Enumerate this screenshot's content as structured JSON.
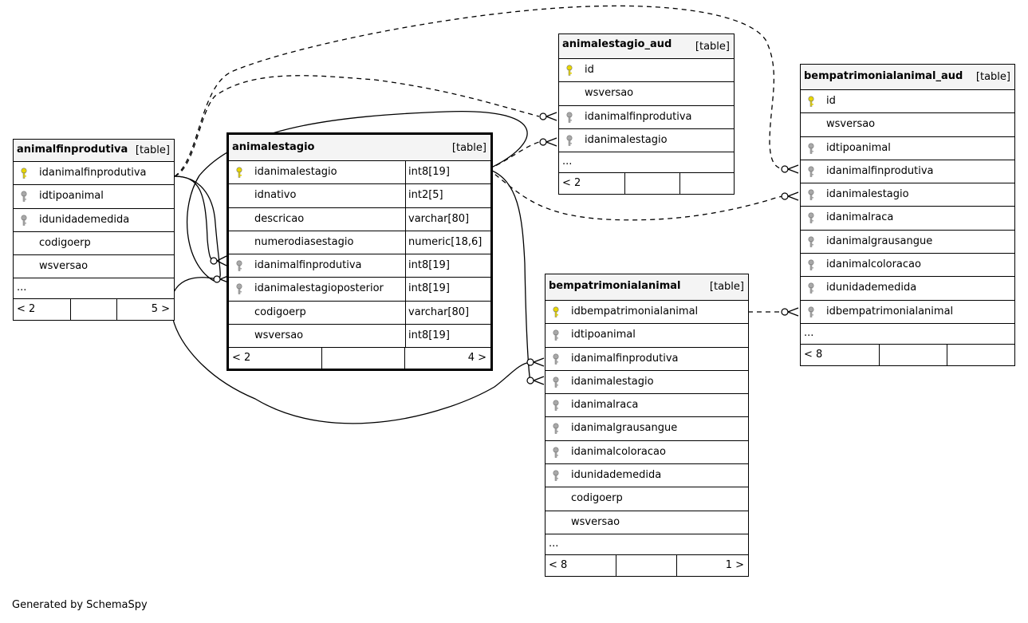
{
  "tables": {
    "animalfinprodutiva": {
      "name": "animalfinprodutiva",
      "type": "[table]",
      "columns": [
        "idanimalfinprodutiva",
        "idtipoanimal",
        "idunidademedida",
        "codigoerp",
        "wsversao"
      ],
      "ellipsis": "...",
      "footer": {
        "left": "< 2",
        "right": "5 >"
      }
    },
    "animalestagio": {
      "name": "animalestagio",
      "type": "[table]",
      "columns": [
        "idanimalestagio",
        "idnativo",
        "descricao",
        "numerodiasestagio",
        "idanimalfinprodutiva",
        "idanimalestagioposterior",
        "codigoerp",
        "wsversao"
      ],
      "types": [
        "int8[19]",
        "int2[5]",
        "varchar[80]",
        "numeric[18,6]",
        "int8[19]",
        "int8[19]",
        "varchar[80]",
        "int8[19]"
      ],
      "footer": {
        "left": "< 2",
        "right": "4 >"
      }
    },
    "animalestagio_aud": {
      "name": "animalestagio_aud",
      "type": "[table]",
      "columns": [
        "id",
        "wsversao",
        "idanimalfinprodutiva",
        "idanimalestagio"
      ],
      "ellipsis": "...",
      "footer": {
        "left": "< 2",
        "right": ""
      }
    },
    "bempatrimonialanimal_aud": {
      "name": "bempatrimonialanimal_aud",
      "type": "[table]",
      "columns": [
        "id",
        "wsversao",
        "idtipoanimal",
        "idanimalfinprodutiva",
        "idanimalestagio",
        "idanimalraca",
        "idanimalgrausangue",
        "idanimalcoloracao",
        "idunidademedida",
        "idbempatrimonialanimal"
      ],
      "ellipsis": "...",
      "footer": {
        "left": "< 8",
        "right": ""
      }
    },
    "bempatrimonialanimal": {
      "name": "bempatrimonialanimal",
      "type": "[table]",
      "columns": [
        "idbempatrimonialanimal",
        "idtipoanimal",
        "idanimalfinprodutiva",
        "idanimalestagio",
        "idanimalraca",
        "idanimalgrausangue",
        "idanimalcoloracao",
        "idunidademedida",
        "codigoerp",
        "wsversao"
      ],
      "ellipsis": "...",
      "footer": {
        "left": "< 8",
        "right": "1 >"
      }
    }
  },
  "generated_by": "Generated by SchemaSpy",
  "colors": {
    "primary_key": "#e8d600",
    "foreign_key": "#a8a8a8",
    "header_bg": "#f4f4f4"
  }
}
